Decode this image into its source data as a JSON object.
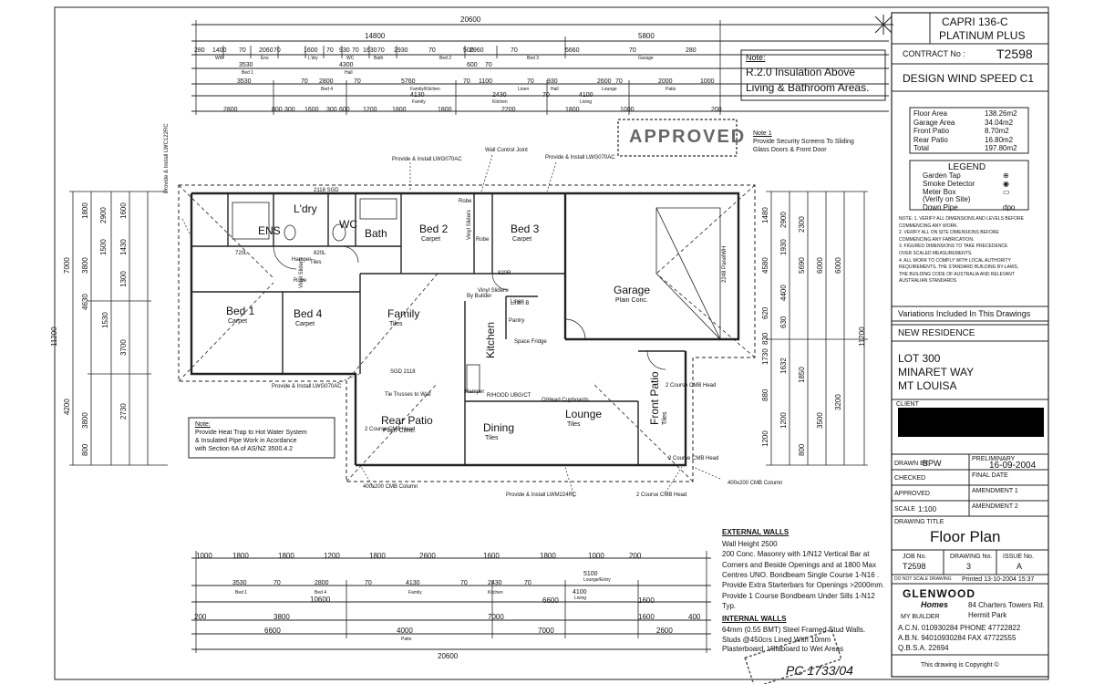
{
  "title_block": {
    "model_line1": "CAPRI 136-C",
    "model_line2": "PLATINUM PLUS",
    "contract_label": "CONTRACT No :",
    "contract_no": "T2598",
    "design_wind": "DESIGN WIND SPEED  C1",
    "areas": [
      {
        "label": "Floor Area",
        "value": "138.26m2"
      },
      {
        "label": "Garage Area",
        "value": "34.04m2"
      },
      {
        "label": "Front Patio",
        "value": "8.70m2"
      },
      {
        "label": "Rear Patio",
        "value": "16.80m2"
      },
      {
        "label": "Total",
        "value": "197.80m2"
      }
    ],
    "legend_title": "LEGEND",
    "legend": [
      {
        "label": "Garden Tap",
        "symbol": "⊕"
      },
      {
        "label": "Smoke Detector",
        "symbol": "◉"
      },
      {
        "label": "Meter Box",
        "symbol": "▭"
      },
      {
        "label": "(Verify on Site)",
        "symbol": ""
      },
      {
        "label": "Down Pipe",
        "symbol": "dpo"
      }
    ],
    "notes": [
      "NOTE: 1. VERIFY ALL DIMENSIONS AND LEVELS BEFORE",
      "COMMENCING ANY WORK.",
      "2. VERIFY ALL ON SITE DIMENSIONS BEFORE",
      "COMMENCING ANY FABRICATION.",
      "3. FIGURED DIMENSIONS TO TAKE PRECEDENCE",
      "OVER SCALED MEASUREMENTS.",
      "4. ALL WORK TO COMPLY WITH LOCAL AUTHORITY",
      "REQUIREMENTS, THE STANDARD BUILDING BY-LAWS,",
      "THE BUILDING CODE OF AUSTRALIA AND RELEVANT",
      "AUSTRALIAN STANDARDS"
    ],
    "variations": "Variations Included In This Drawings",
    "new_residence": "NEW RESIDENCE",
    "lot": "LOT 300",
    "street": "MINARET WAY",
    "suburb": "MT LOUISA",
    "client_label": "CLIENT",
    "drawn_by_label": "DRAWN BY",
    "drawn_by": "BPW",
    "preliminary_label": "PRELIMINARY",
    "preliminary_date": "16-09-2004",
    "checked_label": "CHECKED",
    "final_date_label": "FINAL DATE",
    "approved_label": "APPROVED",
    "amendment1_label": "AMENDMENT 1",
    "scale_label": "SCALE",
    "scale": "1:100",
    "amendment2_label": "AMENDMENT 2",
    "drawing_title_label": "DRAWING TITLE",
    "drawing_title": "Floor Plan",
    "job_no_label": "JOB No.",
    "job_no": "T2598",
    "drawing_no_label": "DRAWING No.",
    "drawing_no": "3",
    "issue_no_label": "ISSUE No.",
    "issue_no": "A",
    "do_not_scale": "DO NOT SCALE DRAWING",
    "printed": "Printed 13-10-2004 15:37",
    "company": "GLENWOOD",
    "homes": "Homes",
    "builder": "MY BUILDER",
    "address1": "84 Charters Towers Rd.",
    "address2": "Hermit Park",
    "acn": "A.C.N.   010930284  PHONE  47722822",
    "abn": "A.B.N.  94010930284  FAX    47722555",
    "qbsa": "Q.B.S.A.  22694",
    "copyright": "This drawing is Copyright ©"
  },
  "note_insulation": {
    "title": "Note:",
    "line1": "R.2.0 Insulation Above",
    "line2": "Living & Bathroom Areas."
  },
  "note_security": {
    "title": "Note 1",
    "line1": "Provide Security Screens To Sliding",
    "line2": "Glass Doors & Front Door"
  },
  "note_heat_trap": {
    "title": "Note:",
    "line1": "Provide Heat Trap to Hot Water System",
    "line2": "& Insulated Pipe Work in Acordance",
    "line3": "with Section 6A of AS/NZ 3500.4.2"
  },
  "external_walls": {
    "title": "EXTERNAL WALLS",
    "lines": [
      "Wall Height 2500",
      "200 Conc. Masonry with 1/N12 Vertical Bar at",
      "Corners and Beside Openings and at 1800 Max",
      "Centres UNO.  Bondbeam Single Course 1-N16 .",
      "Provide Extra Starterbars for Openings >2000mm.",
      "Provide 1 Course Bondbeam Under Sills 1-N12",
      "Typ."
    ]
  },
  "internal_walls": {
    "title": "INTERNAL WALLS",
    "lines": [
      "64mm (0.55 BMT) Steel Framed Stud Walls.",
      "Studs @450crs Lined With 10mm",
      "Plasterboard. Villaboard to Wet Areas"
    ]
  },
  "rooms": [
    {
      "name": "Bed 2",
      "finish": "Carpet"
    },
    {
      "name": "Bed 3",
      "finish": "Carpet"
    },
    {
      "name": "L'dry",
      "finish": ""
    },
    {
      "name": "WC",
      "finish": ""
    },
    {
      "name": "ENS",
      "finish": ""
    },
    {
      "name": "Bath",
      "finish": ""
    },
    {
      "name": "Bed 1",
      "finish": "Carpet"
    },
    {
      "name": "Bed 4",
      "finish": "Carpet"
    },
    {
      "name": "Family",
      "finish": "Tiles"
    },
    {
      "name": "Kitchen",
      "finish": ""
    },
    {
      "name": "Garage",
      "finish": "Plain Conc."
    },
    {
      "name": "Rear Patio",
      "finish": "Plain Conc."
    },
    {
      "name": "Dining",
      "finish": "Tiles"
    },
    {
      "name": "Lounge",
      "finish": "Tiles"
    },
    {
      "name": "Front Patio",
      "finish": "Tiles"
    }
  ],
  "top_dims": {
    "overall": "20600",
    "row2": [
      "14800",
      "5800"
    ],
    "row3": [
      "280",
      "1400",
      "70",
      "2060",
      "70",
      "1600",
      "70",
      "930",
      "70",
      "1630",
      "70",
      "2930",
      "70",
      "500",
      "2960",
      "70",
      "5660",
      "70",
      "280"
    ],
    "row3_labels": [
      "WIR",
      "Ens",
      "L'dry",
      "WC",
      "Bath",
      "Bed 2",
      "Bed 3",
      "Garage"
    ],
    "row4": [
      "3530",
      "4300",
      "600",
      "70"
    ],
    "row4_labels": [
      "Bed 1",
      "Hall"
    ],
    "row5": [
      "3530",
      "70",
      "2800",
      "70",
      "5760",
      "70",
      "1100",
      "70",
      "930",
      "2600",
      "70",
      "2000",
      "1000"
    ],
    "row5_labels": [
      "Bed 4",
      "Family/Kitchen",
      "Linen",
      "Hall",
      "Lounge",
      "Patio"
    ],
    "row6": [
      "4130",
      "2430",
      "70",
      "4100"
    ],
    "row6_labels": [
      "Family",
      "Kitchen",
      "Living"
    ],
    "row7": [
      "2800",
      "800",
      "300",
      "1600",
      "300",
      "600",
      "1200",
      "1800",
      "1800",
      "2200",
      "1800",
      "1000",
      "200"
    ]
  },
  "bottom_dims": {
    "row1": [
      "1000",
      "1800",
      "1800",
      "1200",
      "1800",
      "2600",
      "1600",
      "1800",
      "1000",
      "200"
    ],
    "row2": [
      "3530",
      "70",
      "2800",
      "70",
      "4130",
      "70",
      "2430",
      "70",
      "5100",
      "4100"
    ],
    "row2_labels": [
      "Bed 1",
      "Bed 4",
      "Family",
      "Kitchen",
      "Lounge/Entry",
      "Living"
    ],
    "row3": [
      "10600",
      "6600",
      "1600"
    ],
    "row4": [
      "200",
      "3800",
      "7000",
      "1600",
      "400"
    ],
    "row5": [
      "6600",
      "4000",
      "7000",
      "2600"
    ],
    "row5_labels": [
      "Patio"
    ],
    "overall": "20600"
  },
  "left_dims": [
    "1800",
    "3800",
    "2900",
    "1500",
    "1600",
    "4630",
    "7000",
    "1430",
    "1300",
    "3700",
    "11200",
    "4200",
    "2730",
    "3800",
    "1530",
    "800"
  ],
  "right_dims": [
    "1480",
    "4580",
    "1930",
    "4400",
    "5690",
    "6000",
    "2900",
    "2300",
    "6000",
    "11200",
    "620",
    "830",
    "1730",
    "630",
    "880",
    "1200",
    "3200",
    "1632",
    "1850",
    "3500",
    "1200",
    "800"
  ],
  "callouts": [
    "Provide & Install LWG070AC",
    "Wall Control Joint",
    "Provide & Install LWG070AC",
    "Provide & Install LWC122RC",
    "Provide & Install LWG070AC",
    "Provide & Install LWM224RC",
    "400x200 CMB Column",
    "400x200 CMB Column",
    "2 Course CMB Head",
    "2 Course CMB Head",
    "2 Course CMB Head",
    "2 Course CMB Head",
    "Tie Trusses to Wall",
    "O/Head Cupboards",
    "R/HOOD UBG/CT",
    "Hamper",
    "Hamper",
    "Linen",
    "Pantry",
    "Robe",
    "Robe",
    "Robe",
    "Vinyl Sliders",
    "Vinyl Sliders",
    "Vinyl Sliders",
    "By Builder",
    "SGD 2118",
    "2118 SGD",
    "Tiles",
    "820L",
    "720L",
    "820R",
    "Space Fridge",
    "2248 PanelWH",
    "Linen B"
  ],
  "handwritten": "PC 1733/04",
  "stamp": "APPROVED"
}
